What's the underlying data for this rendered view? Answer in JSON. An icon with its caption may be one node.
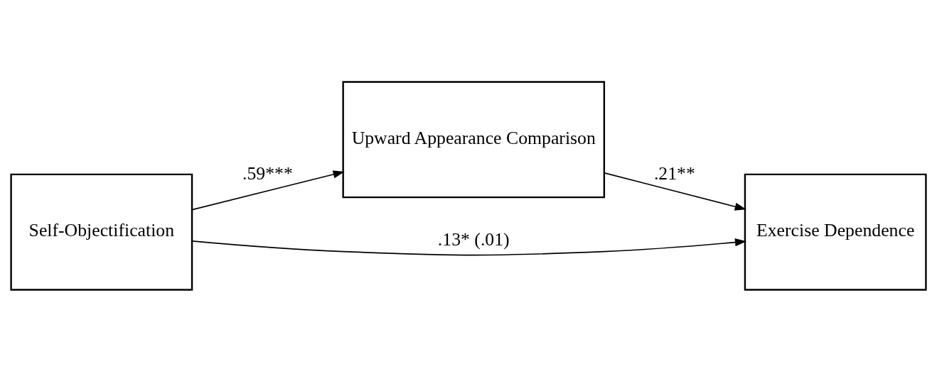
{
  "diagram": {
    "nodes": [
      {
        "text": [
          "Self-Objectification"
        ]
      },
      {
        "text": [
          "Upward Appearance Comparison"
        ]
      },
      {
        "text": [
          "Exercise Dependence"
        ]
      }
    ],
    "edges": [
      {
        "from": 0,
        "to": 1,
        "arrow": "to",
        "label": ".59***"
      },
      {
        "from": 1,
        "to": 2,
        "arrow": "to",
        "label": ".21**"
      },
      {
        "from": 0,
        "to": 2,
        "arrow": "to",
        "label": ".13* (.01)"
      }
    ]
  }
}
